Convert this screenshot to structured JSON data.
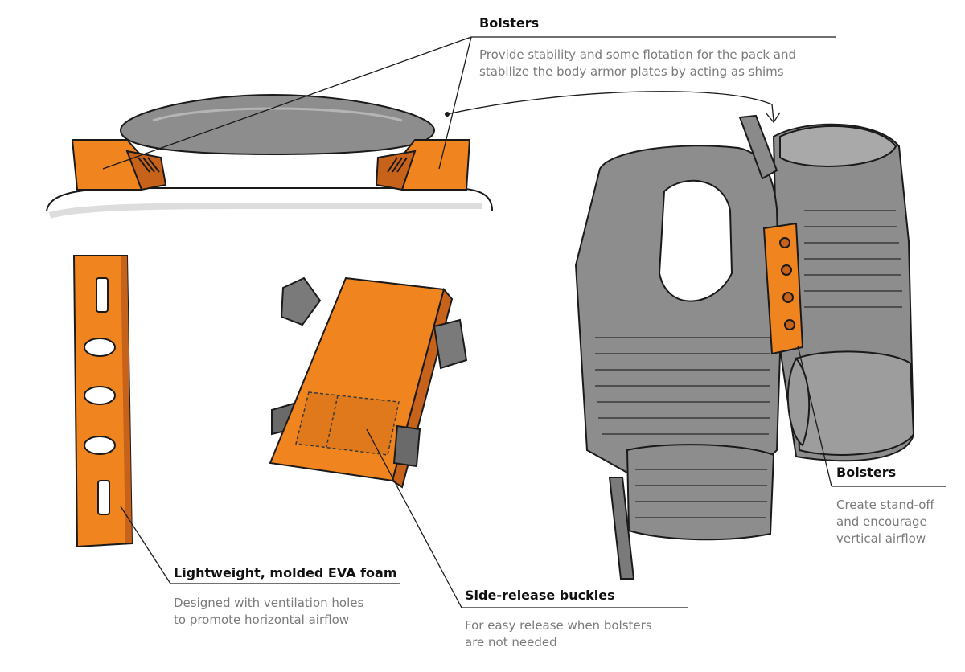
{
  "colors": {
    "foam": "#f0841f",
    "foam_shadow": "#c7621a",
    "gear": "#8d8d8d",
    "gear_light": "#b5b5b5",
    "gear_dark": "#5a5a5a",
    "ink": "#1a1a1a",
    "desc_text": "#7a7a7a"
  },
  "callouts": {
    "top": {
      "title": "Bolsters",
      "desc_line1": "Provide stability and some flotation for the pack and",
      "desc_line2": "stabilize the body armor plates by acting as shims"
    },
    "right": {
      "title": "Bolsters",
      "desc_line1": "Create stand-off",
      "desc_line2": "and encourage",
      "desc_line3": "vertical airflow"
    },
    "foam": {
      "title": "Lightweight, molded EVA foam",
      "desc_line1": "Designed with ventilation holes",
      "desc_line2": "to promote horizontal airflow"
    },
    "buckles": {
      "title": "Side-release buckles",
      "desc_line1": "For easy release when bolsters",
      "desc_line2": "are not needed"
    }
  }
}
